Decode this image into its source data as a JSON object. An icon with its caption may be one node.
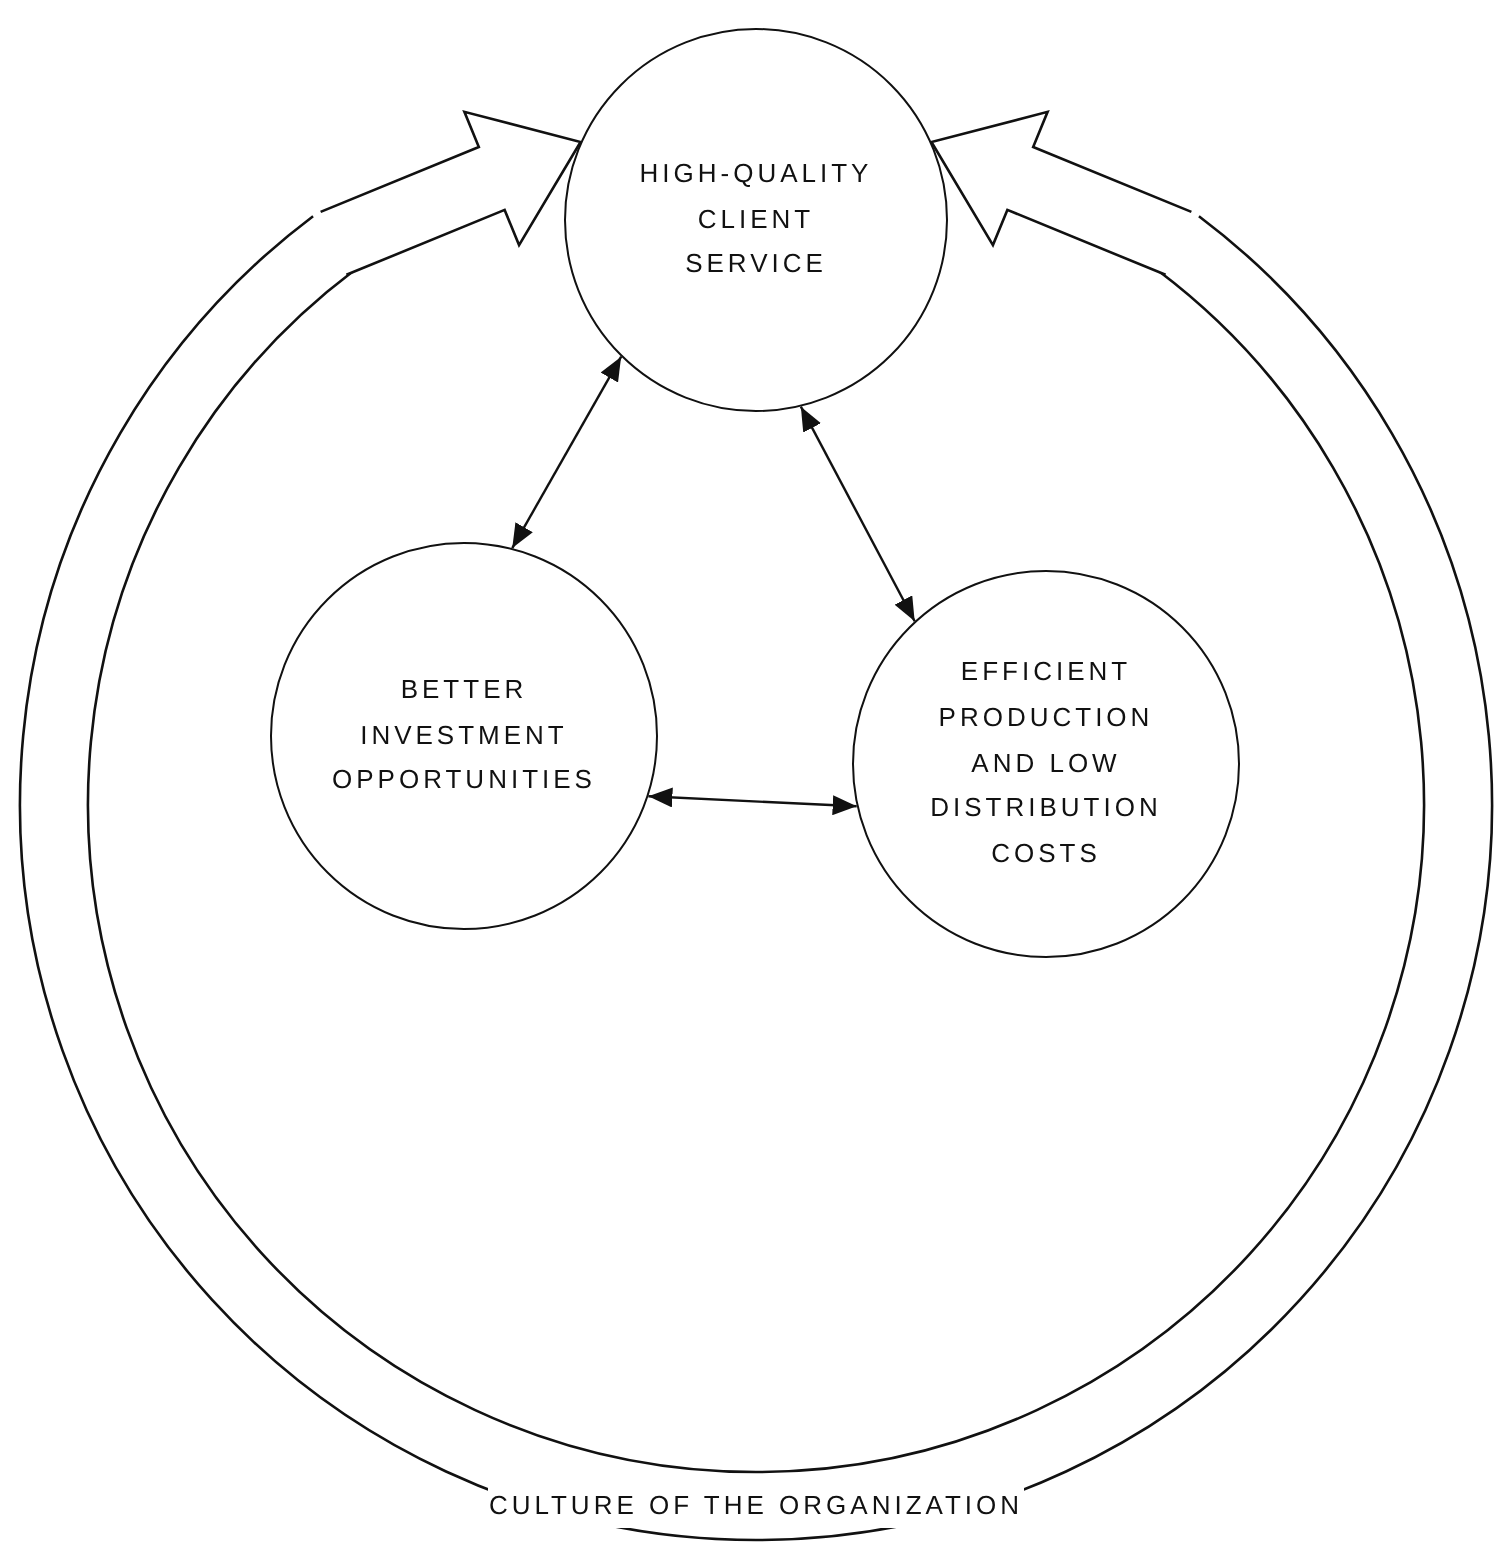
{
  "diagram": {
    "nodes": [
      {
        "text": [
          "HIGH-QUALITY CLIENT SERVICE"
        ]
      },
      {
        "text": [
          "BETTER INVESTMENT OPPORTUNITIES"
        ]
      },
      {
        "text": [
          "EFFICIENT PRODUCTION AND LOW DISTRIBUTION COSTS"
        ]
      }
    ],
    "edges": [
      {
        "from": 0,
        "to": 1,
        "arrow": "both"
      },
      {
        "from": 0,
        "to": 2,
        "arrow": "both"
      },
      {
        "from": 1,
        "to": 2,
        "arrow": "both"
      }
    ],
    "labels": [
      "CULTURE OF THE ORGANIZATION"
    ]
  }
}
